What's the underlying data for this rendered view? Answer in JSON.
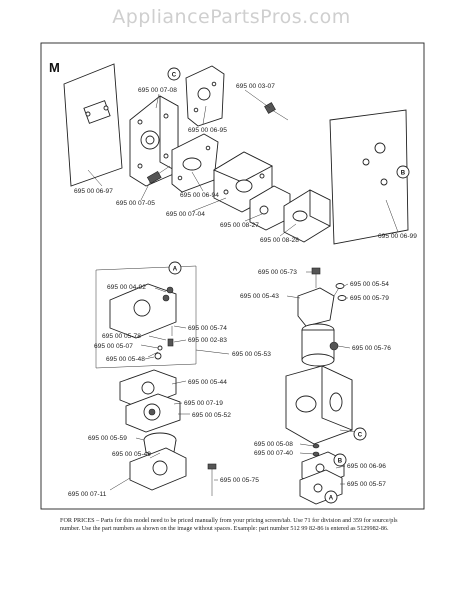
{
  "watermark": "AppliancePartsPros.com",
  "section_label": "M",
  "callouts": [
    "A",
    "B",
    "C"
  ],
  "labels": {
    "p_695000708": "695 00 07-08",
    "p_695000307": "695 00 03-07",
    "p_695000695": "695 00 06-95",
    "p_695000697": "695 00 06-97",
    "p_695000694": "695 00 06-94",
    "p_695000705": "695 00 07-05",
    "p_695000704": "695 00 07-04",
    "p_695000827": "695 00 08-27",
    "p_695000828": "695 00 08-28",
    "p_695000699": "695 00 06-99",
    "p_695000573": "695 00 05-73",
    "p_695000492": "695 00 04-92",
    "p_695000554": "695 00 05-54",
    "p_695000543": "695 00 05-43",
    "p_695000579": "695 00 05-79",
    "p_695000574": "695 00 05-74",
    "p_695000578": "695 00 05-78",
    "p_695000283": "695 00 02-83",
    "p_695000507": "695 00 05-07",
    "p_695000576": "695 00 05-76",
    "p_695000553": "695 00 05-53",
    "p_695000548": "695 00 05-48",
    "p_695000544": "695 00 05-44",
    "p_695000719": "695 00 07-19",
    "p_695000552": "695 00 05-52",
    "p_695000559": "695 00 05-59",
    "p_695000508": "695 00 05-08",
    "p_695000740": "695 00 07-40",
    "p_695000549": "695 00 05-49",
    "p_695000696": "695 00 06-96",
    "p_695000575": "695 00 05-75",
    "p_695000557": "695 00 05-57",
    "p_695000711": "695 00 07-11"
  },
  "footer_text": "FOR PRICES – Parts for this model need to be priced manually from your pricing screen/tab. Use 71 for division and 359 for source/pls number. Use the part numbers as shown on the image without spaces. Example: part number 512 99 82-86 is entered as 5129982-86."
}
